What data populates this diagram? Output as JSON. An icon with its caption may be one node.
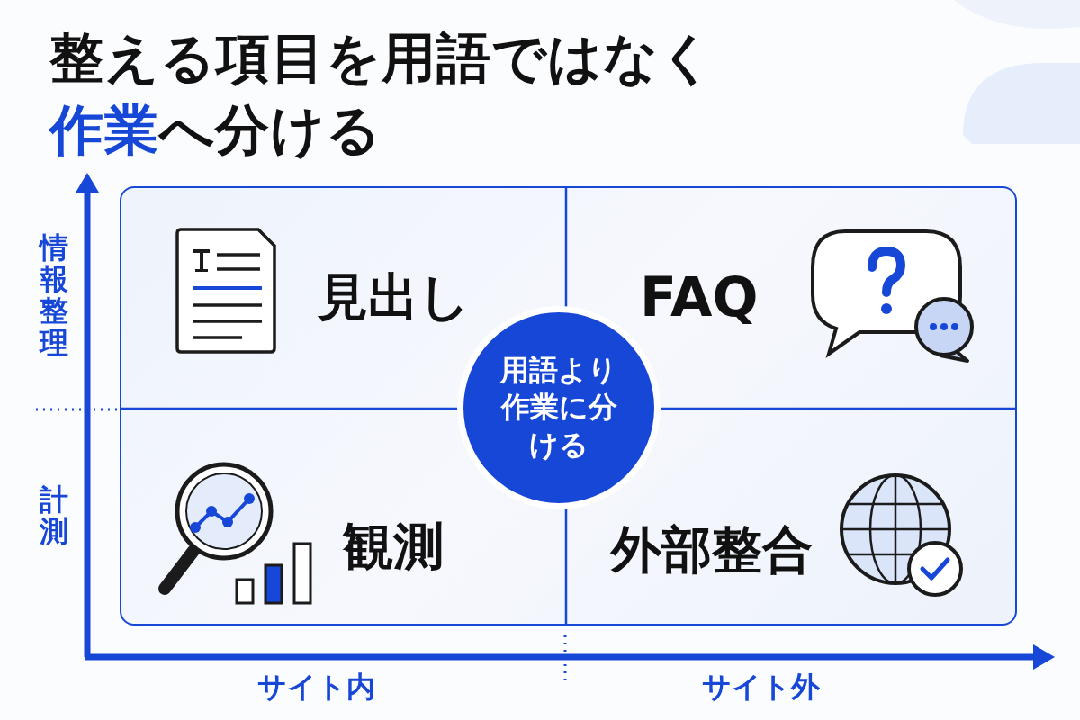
{
  "diagram": {
    "title": "整える項目を用語ではなく**作業**へ分ける",
    "nodes": [
      {
        "text": [
          "見出し"
        ]
      },
      {
        "text": [
          "FAQ"
        ]
      },
      {
        "text": [
          "観測"
        ]
      },
      {
        "text": [
          "外部整合"
        ]
      },
      {
        "text": [
          "用語より作業に分ける"
        ]
      }
    ],
    "labels": [
      "情報整理",
      "計測",
      "サイト内",
      "サイト外"
    ]
  }
}
